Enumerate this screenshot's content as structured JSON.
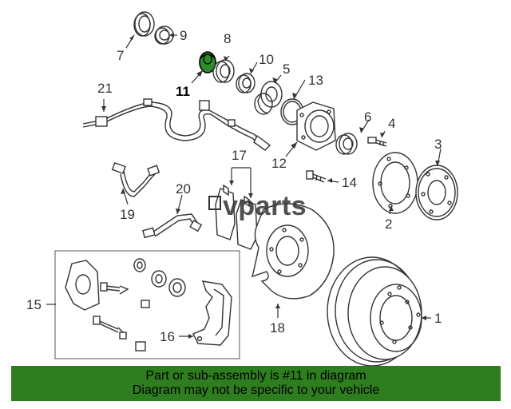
{
  "diagram": {
    "callouts": {
      "c1": "1",
      "c2": "2",
      "c3": "3",
      "c4": "4",
      "c5": "5",
      "c6": "6",
      "c7": "7",
      "c8": "8",
      "c9": "9",
      "c10": "10",
      "c11": "11",
      "c12": "12",
      "c13": "13",
      "c14": "14",
      "c15": "15",
      "c16": "16",
      "c17": "17",
      "c18": "18",
      "c19": "19",
      "c20": "20",
      "c21": "21"
    },
    "highlighted_part": "11",
    "highlight_color": "#2e8b2e",
    "watermark": "vparts"
  },
  "footer": {
    "line1": "Part or sub-assembly is #11 in diagram",
    "line2": "Diagram may not be specific to your vehicle",
    "background": "#2e7d1e"
  }
}
